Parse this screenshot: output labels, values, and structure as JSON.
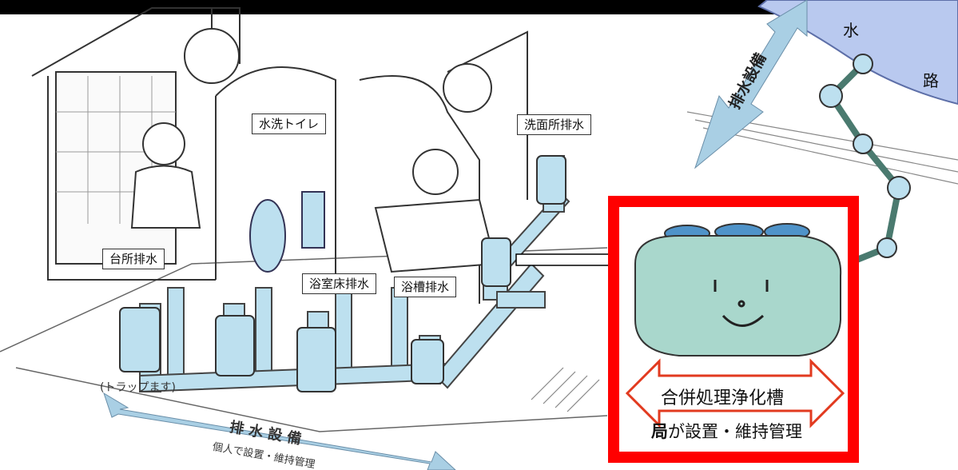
{
  "labels": {
    "kitchen": "台所排水",
    "toilet": "水洗トイレ",
    "washroom": "洗面所排水",
    "bath_floor": "浴室床排水",
    "bathtub": "浴槽排水",
    "trap": "(トラップます)"
  },
  "bottom_arrow": {
    "title": "排 水 設 備",
    "subtitle": "個人で設置・維持管理"
  },
  "right_arrow": {
    "title": "排水設備"
  },
  "waterway": {
    "char1": "水",
    "char2": "路"
  },
  "septic": {
    "name": "合併処理浄化槽",
    "manager_prefix": "局",
    "manager_rest": "が設置・維持管理"
  },
  "colors": {
    "highlight_border": "#ff0000",
    "pipe": "#bde0ef",
    "tank": "#a9d7cc",
    "waterway": "#b9c9ef",
    "arrow_red": "#e23a1f"
  }
}
